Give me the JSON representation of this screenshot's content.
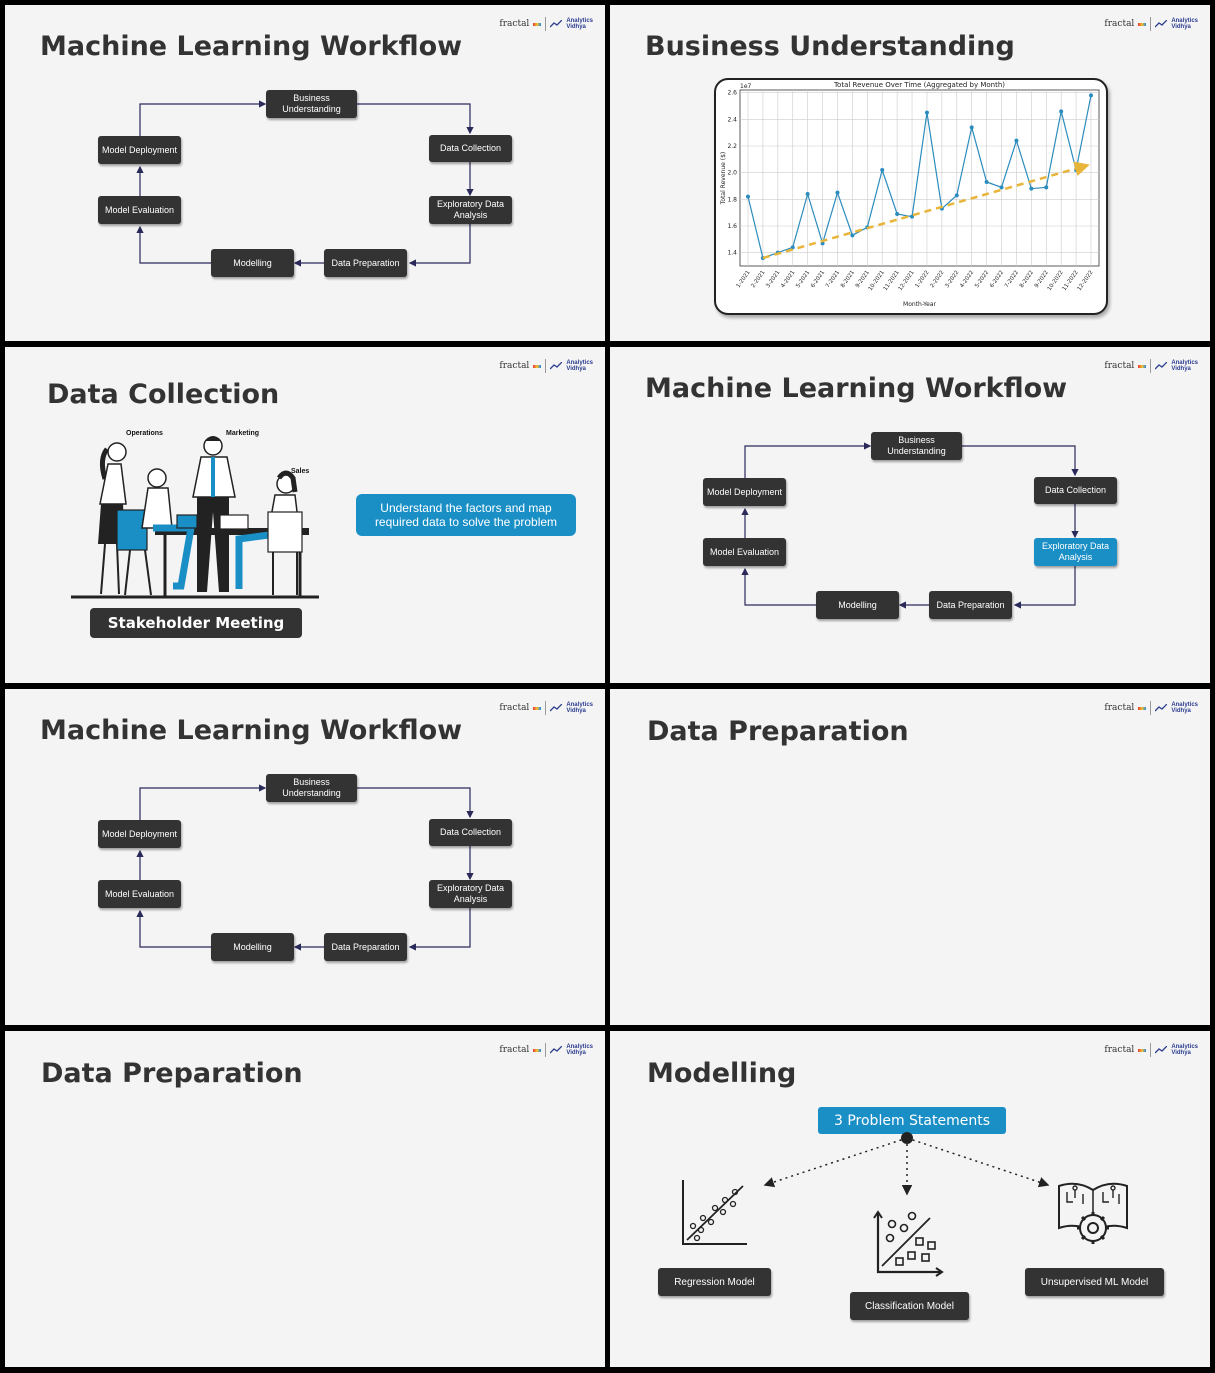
{
  "logo": {
    "fractal": "fractal",
    "av_line1": "Analytics",
    "av_line2": "Vidhya"
  },
  "workflow_nodes": {
    "business": "Business Understanding",
    "data_collection": "Data Collection",
    "eda": "Exploratory Data Analysis",
    "data_prep": "Data Preparation",
    "modelling": "Modelling",
    "evaluation": "Model Evaluation",
    "deployment": "Model Deployment"
  },
  "slides": {
    "s1": {
      "title": "Machine Learning Workflow"
    },
    "s2": {
      "title": "Business Understanding"
    },
    "s3": {
      "title": "Data Collection",
      "tags": [
        "Operations",
        "Marketing",
        "Sales"
      ],
      "callout": "Understand the factors and map required data to solve the problem",
      "caption": "Stakeholder Meeting"
    },
    "s4": {
      "title": "Machine Learning Workflow",
      "highlight": "eda"
    },
    "s5": {
      "title": "Machine Learning Workflow"
    },
    "s6": {
      "title": "Data Preparation"
    },
    "s7": {
      "title": "Data Preparation"
    },
    "s8": {
      "title": "Modelling",
      "problem_statements": "3 Problem Statements",
      "models": [
        "Regression Model",
        "Classification Model",
        "Unsupervised ML Model"
      ],
      "icons": [
        "regression-scatter-icon",
        "classification-scatter-icon",
        "book-gear-icon"
      ]
    }
  },
  "chart_data": {
    "type": "line",
    "title": "Total Revenue Over Time (Aggregated by Month)",
    "xlabel": "Month-Year",
    "ylabel": "Total Revenue ($)",
    "y_multiplier": "1e7",
    "ylim": [
      1.3,
      2.62
    ],
    "yticks": [
      1.4,
      1.6,
      1.8,
      2.0,
      2.2,
      2.4,
      2.6
    ],
    "grid": true,
    "categories": [
      "1-2021",
      "2-2021",
      "3-2021",
      "4-2021",
      "5-2021",
      "6-2021",
      "7-2021",
      "8-2021",
      "9-2021",
      "10-2021",
      "11-2021",
      "12-2021",
      "1-2022",
      "2-2022",
      "3-2022",
      "4-2022",
      "5-2022",
      "6-2022",
      "7-2022",
      "8-2022",
      "9-2022",
      "10-2022",
      "11-2022",
      "12-2022"
    ],
    "series": [
      {
        "values": [
          1.82,
          1.36,
          1.4,
          1.44,
          1.84,
          1.47,
          1.85,
          1.53,
          1.59,
          2.02,
          1.69,
          1.67,
          2.45,
          1.73,
          1.83,
          2.34,
          1.93,
          1.89,
          2.24,
          1.88,
          1.89,
          2.46,
          2.02,
          2.58
        ],
        "color": "#2b8cbe"
      }
    ],
    "trend": {
      "from": 1.36,
      "to": 2.05,
      "color": "#e8b53a"
    }
  }
}
